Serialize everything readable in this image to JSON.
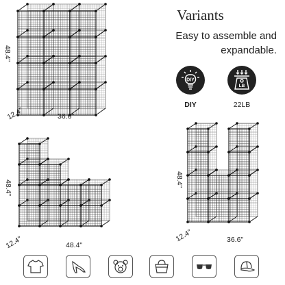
{
  "header": {
    "title": "Variants",
    "tagline_line1": "Easy to assemble and",
    "tagline_line2": "expandable."
  },
  "features": [
    {
      "label": "DIY",
      "icon": "diy-bulb-icon",
      "icon_text": "DIY"
    },
    {
      "label": "22LB",
      "icon": "weight-scale-icon",
      "icon_text": "LB"
    }
  ],
  "variants": [
    {
      "height": "48.4\"",
      "depth": "12.4\"",
      "width": "36.6\""
    },
    {
      "height": "48.4\"",
      "depth": "12.4\"",
      "width": "48.4\""
    },
    {
      "height": "48.4\"",
      "depth": "12.4\"",
      "width": "36.6\""
    }
  ],
  "categories": [
    {
      "icon": "tshirt-icon"
    },
    {
      "icon": "high-heel-icon"
    },
    {
      "icon": "teddy-bear-icon"
    },
    {
      "icon": "handbag-icon"
    },
    {
      "icon": "sunglasses-icon"
    },
    {
      "icon": "cap-icon"
    }
  ],
  "colors": {
    "wire": "#2a2a2a",
    "text": "#222222",
    "icon_bg": "#222222"
  }
}
